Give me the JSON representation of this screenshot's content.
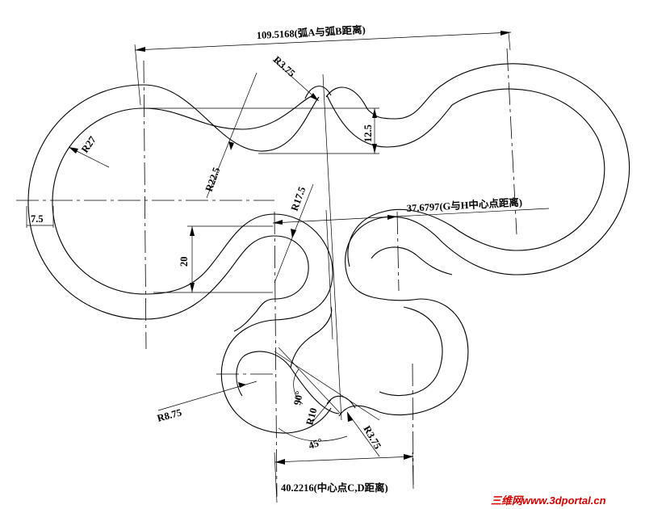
{
  "dimensions": {
    "ab_distance": "109.5168(弧A与弧B距离)",
    "r3_75_top": "R3.75",
    "r27": "R27",
    "r22_5": "R22.5",
    "d12_5": "12.5",
    "d7_5": "7.5",
    "r17_5": "R17.5",
    "gh_distance": "37.6797(G与H中心点距离)",
    "d20": "20",
    "r8_75": "R8.75",
    "angle90": "90°",
    "r10": "R10",
    "angle45": "45°",
    "r3_75_bottom": "R3.75",
    "cd_distance": "40.2216(中心点C,D距离)"
  },
  "watermark": "三维网www.3dportal.cn"
}
